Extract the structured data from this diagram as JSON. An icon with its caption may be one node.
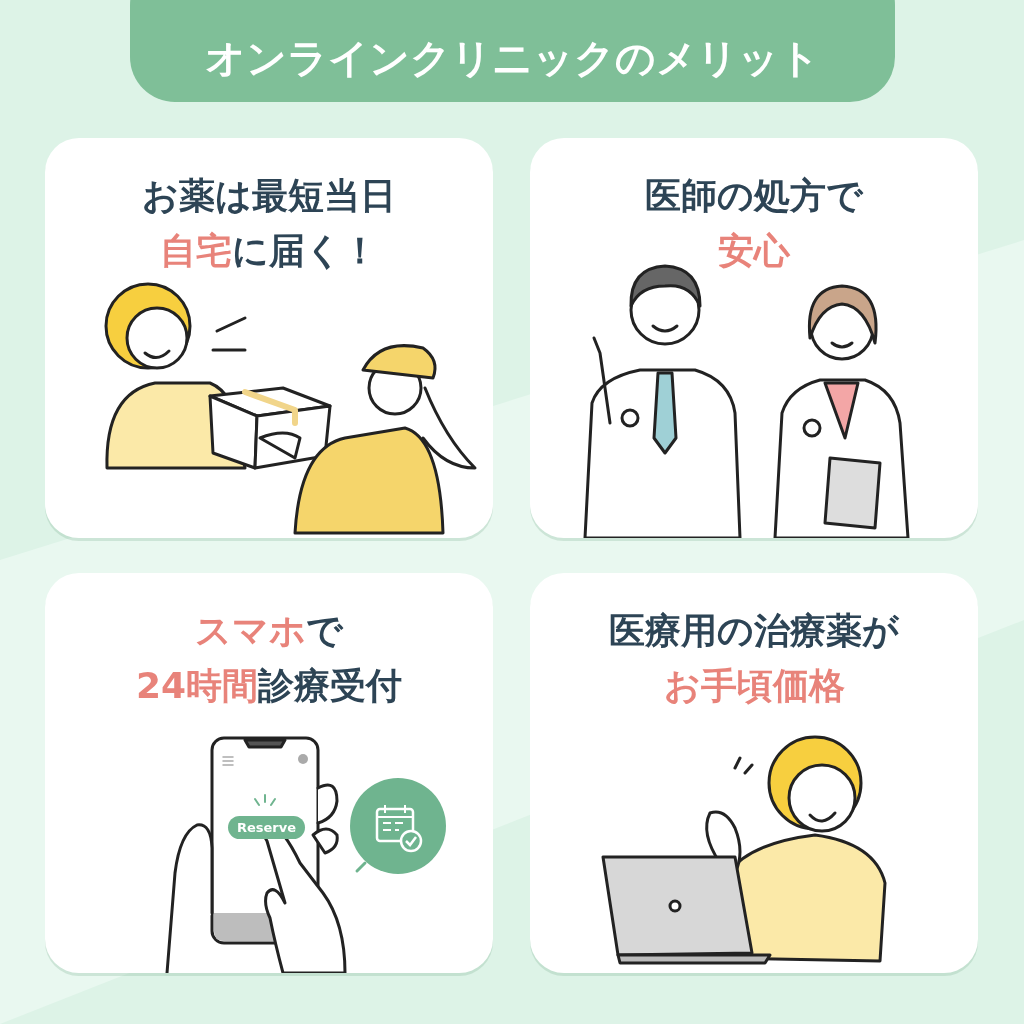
{
  "diagram": {
    "title": "オンラインクリニックのメリット",
    "nodes": [
      {
        "text": [
          "お薬は最短当日**自宅**に届く！"
        ]
      },
      {
        "text": [
          "医師の処方で**安心**"
        ]
      },
      {
        "text": [
          "**スマホ**で**24時間**診療受付"
        ]
      },
      {
        "text": [
          "医療用の治療薬が**お手頃価格**"
        ]
      }
    ],
    "labels": [
      "Reserve"
    ]
  }
}
